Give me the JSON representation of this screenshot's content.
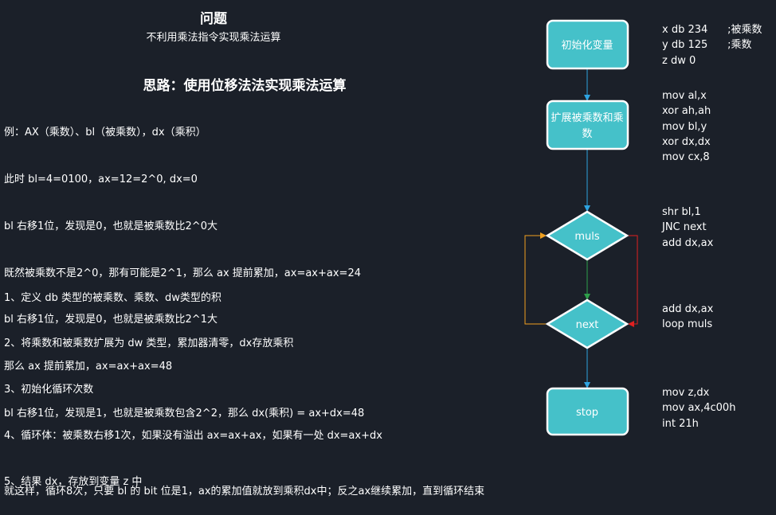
{
  "header": {
    "title": "问题",
    "subtitle": "不利用乘法指令实现乘法运算"
  },
  "approach": {
    "title": "思路：使用位移法法实现乘法运算",
    "lines": [
      "例：AX（乘数）、bl（被乘数），dx（乘积）",
      "此时 bl=4=0100，ax=12=2^0, dx=0",
      "bl 右移1位，发现是0，也就是被乘数比2^0大",
      "既然被乘数不是2^0，那有可能是2^1，那么 ax 提前累加，ax=ax+ax=24",
      "bl 右移1位，发现是0，也就是被乘数比2^1大",
      "那么 ax 提前累加，ax=ax+ax=48",
      "bl 右移1位，发现是1，也就是被乘数包含2^2，那么 dx(乘积) = ax+dx=48",
      "",
      "就这样，循环8次，只要 bl 的 bit 位是1，ax的累加值就放到乘积dx中；反之ax继续累加，直到循环结束"
    ]
  },
  "steps": [
    "1、定义 db 类型的被乘数、乘数、dw类型的积",
    "2、将乘数和被乘数扩展为 dw 类型，累加器清零，dx存放乘积",
    "3、初始化循环次数",
    "4、循环体：被乘数右移1次，如果没有溢出 ax=ax+ax，如果有一处 dx=ax+dx",
    "5、结果 dx，存放到变量 z 中"
  ],
  "flowchart": {
    "nodes": {
      "init": "初始化变量",
      "extend_line1": "扩展被乘数和乘",
      "extend_line2": "数",
      "muls": "muls",
      "next": "next",
      "stop": "stop"
    },
    "colors": {
      "node_fill": "#45c1c9",
      "node_stroke": "#ffffff",
      "arrow_main": "#2ea3e0",
      "arrow_green": "#2e9f4a",
      "arrow_red": "#e02020",
      "arrow_orange": "#f0a020"
    }
  },
  "code": {
    "block1": "x db 234      ;被乘数\ny db 125      ;乘数\nz dw 0",
    "block2": "mov al,x\nxor ah,ah\nmov bl,y\nxor dx,dx\nmov cx,8",
    "block3": "shr bl,1\nJNC next\nadd dx,ax",
    "block4": "add dx,ax\nloop muls",
    "block5": "mov z,dx\nmov ax,4c00h\nint 21h"
  }
}
